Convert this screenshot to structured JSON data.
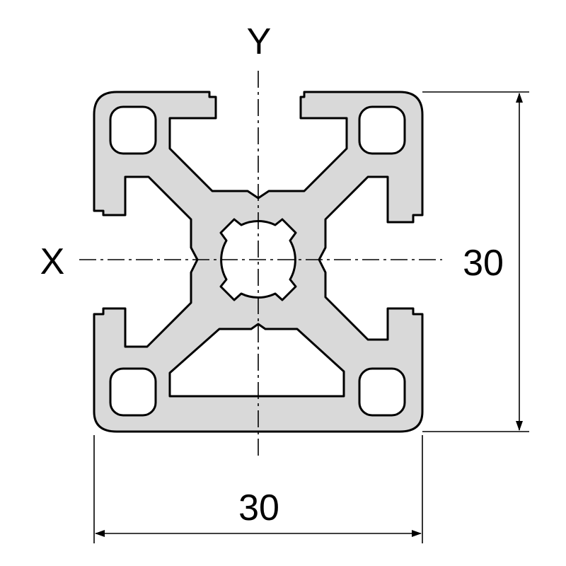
{
  "axis_labels": {
    "x": "X",
    "y": "Y"
  },
  "dimensions": {
    "width": "30",
    "height": "30"
  },
  "colors": {
    "profile_fill": "#d9d9d9",
    "outline": "#000000",
    "background": "#ffffff"
  }
}
